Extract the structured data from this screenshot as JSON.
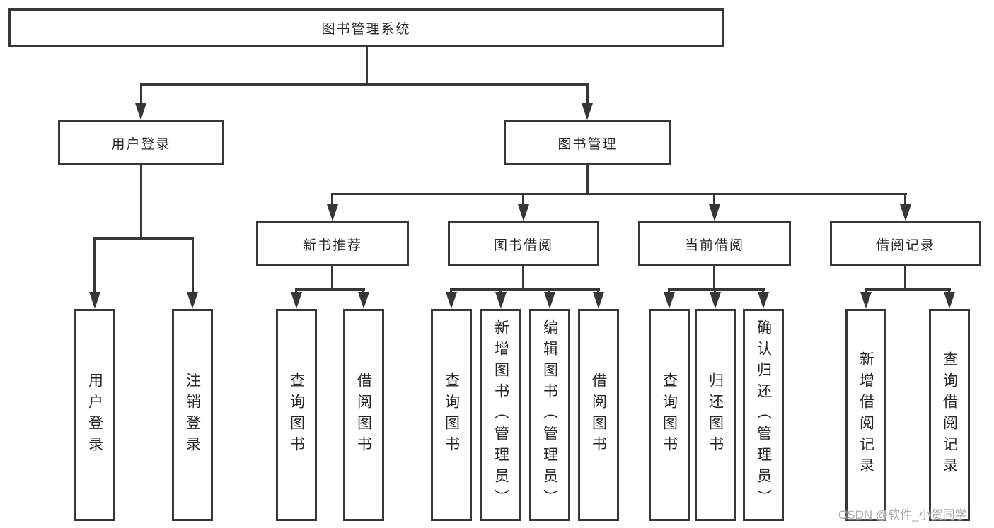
{
  "tree": {
    "root": {
      "label": "图书管理系统"
    },
    "branches": [
      {
        "label": "用户登录",
        "children": [
          {
            "label": "用户登录"
          },
          {
            "label": "注销登录"
          }
        ]
      },
      {
        "label": "图书管理",
        "children": [
          {
            "label": "新书推荐",
            "children": [
              {
                "label": "查询图书"
              },
              {
                "label": "借阅图书"
              }
            ]
          },
          {
            "label": "图书借阅",
            "children": [
              {
                "label": "查询图书"
              },
              {
                "label": "新增图书（管理员）"
              },
              {
                "label": "编辑图书（管理员）"
              },
              {
                "label": "借阅图书"
              }
            ]
          },
          {
            "label": "当前借阅",
            "children": [
              {
                "label": "查询图书"
              },
              {
                "label": "归还图书"
              },
              {
                "label": "确认归还（管理员）"
              }
            ]
          },
          {
            "label": "借阅记录",
            "children": [
              {
                "label": "新增借阅记录"
              },
              {
                "label": "查询借阅记录"
              }
            ]
          }
        ]
      }
    ]
  },
  "watermark": {
    "text": "CSDN @软件_小贺同学"
  },
  "colors": {
    "line": "#373737",
    "box_border": "#373737",
    "text": "#262626",
    "watermark": "#ababab",
    "background": "#ffffff"
  }
}
